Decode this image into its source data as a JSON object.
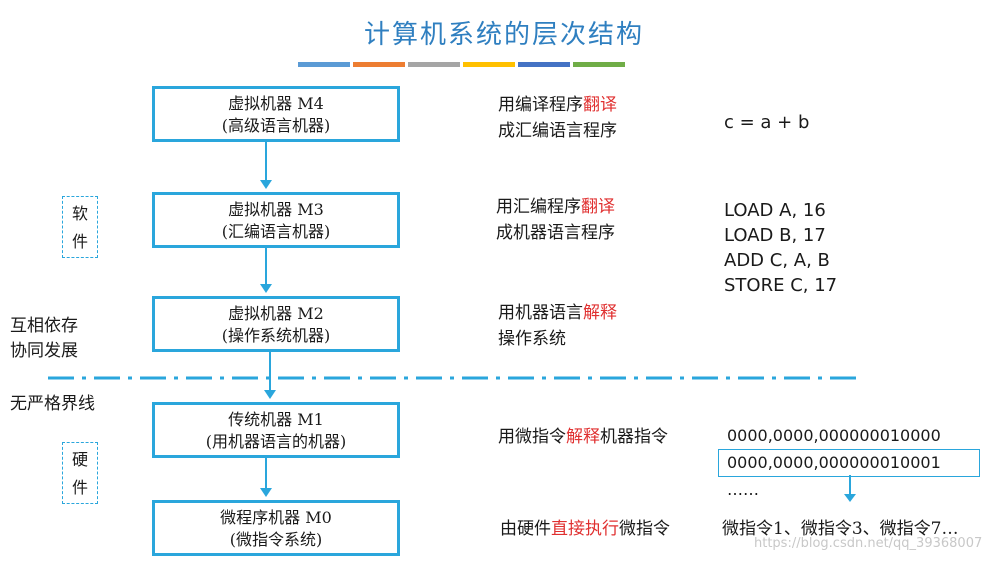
{
  "title": "计算机系统的层次结构",
  "title_bar_colors": [
    "#5b9bd5",
    "#ed7d31",
    "#a5a5a5",
    "#ffc000",
    "#4472c4",
    "#70ad47"
  ],
  "levels": [
    {
      "name": "虚拟机器  M4",
      "sub": "(高级语言机器)"
    },
    {
      "name": "虚拟机器  M3",
      "sub": "(汇编语言机器)"
    },
    {
      "name": "虚拟机器  M2",
      "sub": "(操作系统机器)"
    },
    {
      "name": "传统机器  M1",
      "sub": "(用机器语言的机器)"
    },
    {
      "name": "微程序机器  M0",
      "sub": "(微指令系统)"
    }
  ],
  "descriptions": [
    {
      "l1a": "用编译程序",
      "l1b": "翻译",
      "l2": "成汇编语言程序"
    },
    {
      "l1a": "用汇编程序",
      "l1b": "翻译",
      "l2": "成机器语言程序"
    },
    {
      "l1a": "用机器语言",
      "l1b": "解释",
      "l2": "操作系统"
    },
    {
      "a": "用微指令",
      "b": "解释",
      "c": "机器指令"
    },
    {
      "a": "由硬件",
      "b": "直接执行",
      "c": "微指令"
    }
  ],
  "examples": {
    "m4": "c = a + b",
    "m3": [
      "LOAD A, 16",
      "LOAD B, 17",
      "ADD C, A, B",
      "STORE C, 17"
    ],
    "m1": [
      "0000,0000,000000010000",
      "0000,0000,000000010001",
      "……"
    ],
    "m0": "微指令1、微指令3、微指令7…"
  },
  "side_labels": {
    "software": [
      "软",
      "件"
    ],
    "hardware": [
      "硬",
      "件"
    ],
    "mutual": [
      "互相依存",
      "协同发展"
    ],
    "no_boundary": "无严格界线"
  },
  "watermark": "https://blog.csdn.net/qq_39368007",
  "colors": {
    "title": "#2f7fc0",
    "accent": "#2aa6dc",
    "highlight": "#e03030"
  }
}
